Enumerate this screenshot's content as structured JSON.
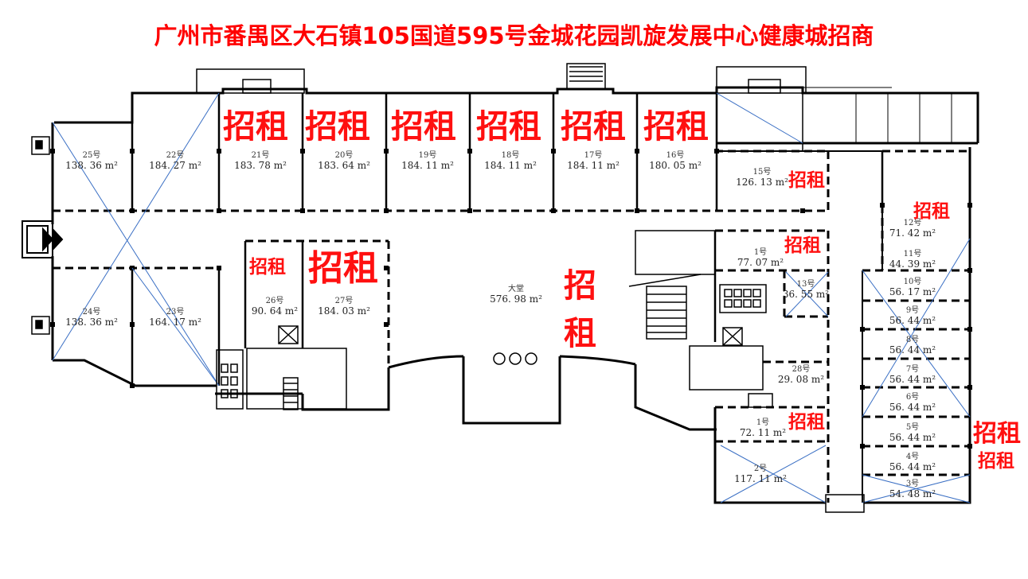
{
  "title": "广州市番禺区大石镇105国道595号金城花园凯旋发展中心健康城招商",
  "rent_text": "招租",
  "rent_big_1": "招",
  "rent_big_2": "租",
  "units": [
    {
      "id": "u25",
      "label": "25号",
      "area": "138. 36 m²"
    },
    {
      "id": "u22",
      "label": "22号",
      "area": "184. 27 m²"
    },
    {
      "id": "u21",
      "label": "21号",
      "area": "183. 78 m²"
    },
    {
      "id": "u20",
      "label": "20号",
      "area": "183. 64 m²"
    },
    {
      "id": "u19",
      "label": "19号",
      "area": "184. 11 m²"
    },
    {
      "id": "u18",
      "label": "18号",
      "area": "184. 11 m²"
    },
    {
      "id": "u17",
      "label": "17号",
      "area": "184. 11 m²"
    },
    {
      "id": "u16",
      "label": "16号",
      "area": "180. 05 m²"
    },
    {
      "id": "u15",
      "label": "15号",
      "area": "126. 13 m²"
    },
    {
      "id": "u24",
      "label": "24号",
      "area": "138. 36 m²"
    },
    {
      "id": "u23",
      "label": "23号",
      "area": "164. 17 m²"
    },
    {
      "id": "u26",
      "label": "26号",
      "area": "90. 64 m²"
    },
    {
      "id": "u27",
      "label": "27号",
      "area": "184. 03 m²"
    },
    {
      "id": "hall",
      "label": "大堂",
      "area": "576. 98 m²"
    },
    {
      "id": "u1a",
      "label": "1号",
      "area": "77. 07 m²"
    },
    {
      "id": "u13",
      "label": "13号",
      "area": "36. 55 m²"
    },
    {
      "id": "u28",
      "label": "28号",
      "area": "29. 08 m²"
    },
    {
      "id": "u1b",
      "label": "1号",
      "area": "72. 11 m²"
    },
    {
      "id": "u2",
      "label": "2号",
      "area": "117. 11 m²"
    },
    {
      "id": "u12",
      "label": "12号",
      "area": "71. 42 m²"
    },
    {
      "id": "u11",
      "label": "11号",
      "area": "44. 39 m²"
    },
    {
      "id": "u10",
      "label": "10号",
      "area": "56. 17 m²"
    },
    {
      "id": "u9",
      "label": "9号",
      "area": "56. 44 m²"
    },
    {
      "id": "u8",
      "label": "8号",
      "area": "56. 44 m²"
    },
    {
      "id": "u7",
      "label": "7号",
      "area": "56. 44 m²"
    },
    {
      "id": "u6",
      "label": "6号",
      "area": "56. 44 m²"
    },
    {
      "id": "u5",
      "label": "5号",
      "area": "56. 44 m²"
    },
    {
      "id": "u4",
      "label": "4号",
      "area": "56. 44 m²"
    },
    {
      "id": "u3",
      "label": "3号",
      "area": "54. 48 m²"
    }
  ],
  "colors": {
    "title": "#ff0000",
    "rent": "#ff1010",
    "wall": "#000000",
    "cross": "#3a6fc4"
  }
}
